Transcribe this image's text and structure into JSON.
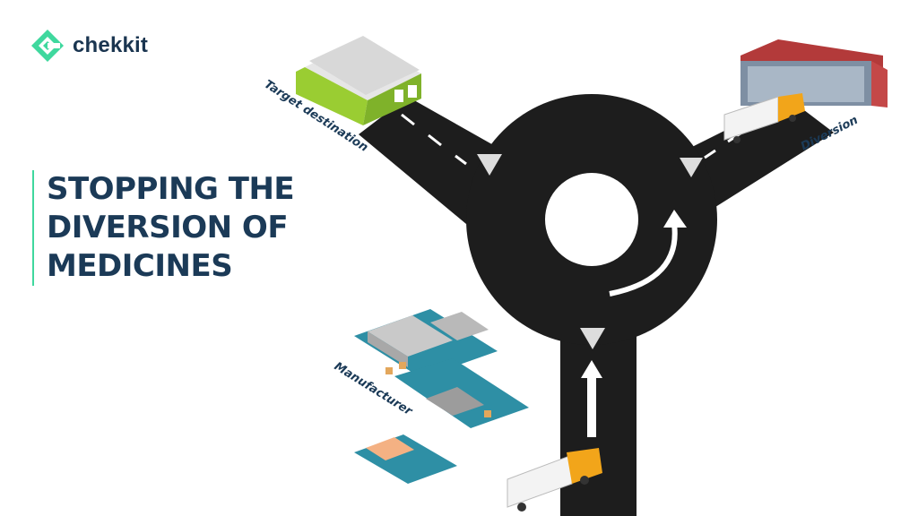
{
  "brand": {
    "name": "chekkit",
    "accent_color": "#3fd89e",
    "text_color": "#1b3a57"
  },
  "headline": {
    "lines": [
      "STOPPING THE",
      "DIVERSION OF",
      "MEDICINES"
    ]
  },
  "labels": {
    "target": "Target destination",
    "diversion": "Diversion",
    "manufacturer": "Manufacturer"
  },
  "icons": [
    "chekkit-logo-icon",
    "warehouse-icon",
    "truck-icon",
    "factory-icon",
    "arrow-up-icon",
    "curved-arrow-icon"
  ],
  "colors": {
    "road": "#1d1d1d",
    "lane_mark": "#ffffff",
    "warehouse_green": "#9acd32",
    "hangar_red": "#b33a3a",
    "truck_orange": "#f2a51a",
    "factory_teal": "#2e8fa5"
  }
}
